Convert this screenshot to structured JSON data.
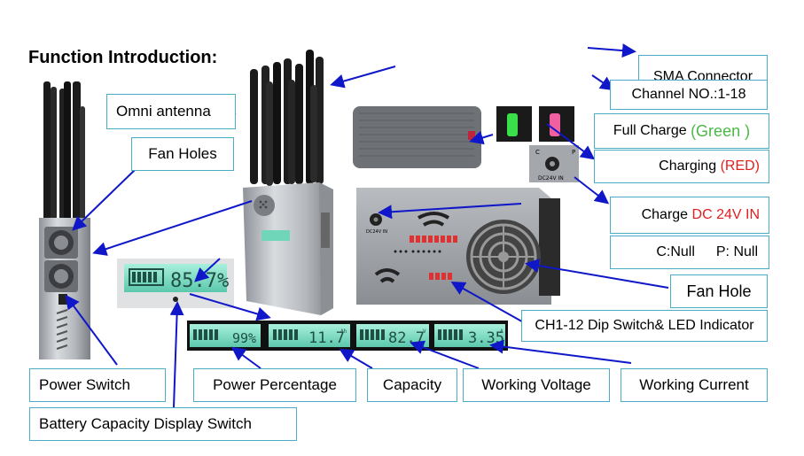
{
  "title": "Function Introduction:",
  "labels": {
    "sma": "SMA Connector",
    "channel": "Channel NO.:1-18",
    "full_charge_prefix": "Full Charge",
    "full_charge_color": "(Green )",
    "charging_prefix": "Charging",
    "charging_color": "(RED)",
    "charge_prefix": "Charge",
    "charge_value": "DC 24V IN",
    "cnull": "C:Null",
    "pnull": "P: Null",
    "fan_hole": "Fan Hole",
    "dip": "CH1-12 Dip Switch& LED Indicator",
    "omni": "Omni antenna",
    "fan_holes": "Fan Holes",
    "power_switch": "Power Switch",
    "battery_switch": "Battery Capacity Display Switch",
    "power_pct": "Power Percentage",
    "capacity": "Capacity",
    "working_voltage": "Working Voltage",
    "working_current": "Working Current"
  },
  "displays": {
    "main": "85.7%",
    "pct": "99%",
    "cap": "11.7",
    "cap_unit": "Ah",
    "volt": "82.7",
    "volt_unit": "V",
    "curr": "3.35",
    "curr_unit": "A"
  },
  "device_marks": {
    "dc_in": "DC24V IN",
    "c_mark": "C",
    "p_mark": "P"
  },
  "colors": {
    "label_border": "#4bacc6",
    "arrow": "#0f17c8",
    "green_text": "#4cb848",
    "red_text": "#e02020",
    "lcd": "#7fe0c8"
  }
}
